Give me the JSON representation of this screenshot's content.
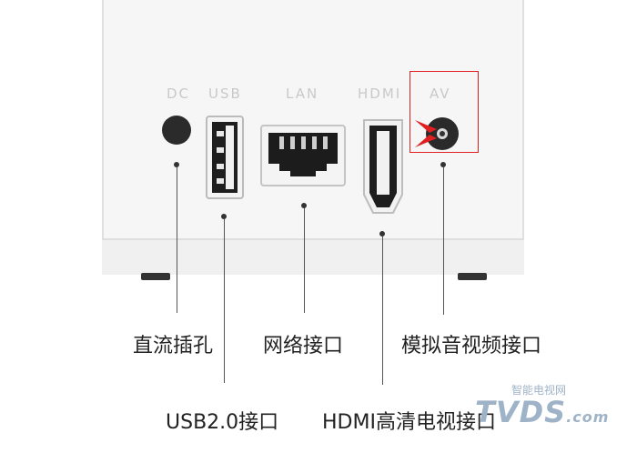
{
  "ports": {
    "dc": "DC",
    "usb": "USB",
    "lan": "LAN",
    "hdmi": "HDMI",
    "av": "AV"
  },
  "callouts": {
    "dc": "直流插孔",
    "usb": "USB2.0接口",
    "lan": "网络接口",
    "hdmi": "HDMI高清电视接口",
    "av": "模拟音视频接口"
  },
  "watermark": {
    "small": "智能电视网",
    "big": "TVDS",
    "suffix": ".com"
  },
  "colors": {
    "highlight_box": "#e02020",
    "arrow": "#e02020"
  }
}
